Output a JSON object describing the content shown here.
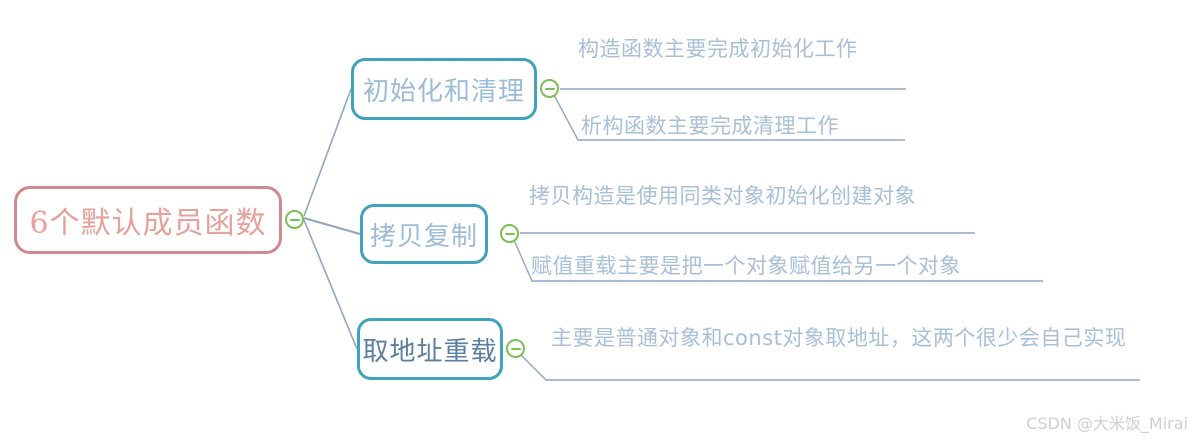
{
  "diagram": {
    "type": "mind-map",
    "orientation": "left-to-right",
    "colors": {
      "root_border": "#cf8a90",
      "root_text": "#e8a09a",
      "branch_border": "#3fa3bb",
      "branch_text": "#9bbcd8",
      "branch_text_dark": "#5b7f9e",
      "leaf_text": "#a8bfd8",
      "connector_line": "#8fa6c4",
      "toggle_ring": "#7cbf52",
      "background": "#ffffff",
      "watermark_text": "#cfcfcf"
    },
    "root": {
      "label": "6个默认成员函数",
      "toggle_icon": "collapse-minus-icon",
      "toggle_state": "expanded"
    },
    "branches": [
      {
        "label": "初始化和清理",
        "toggle_icon": "collapse-minus-icon",
        "toggle_state": "expanded",
        "leaves": [
          {
            "label": "构造函数主要完成初始化工作"
          },
          {
            "label": "析构函数主要完成清理工作"
          }
        ]
      },
      {
        "label": "拷贝复制",
        "toggle_icon": "collapse-minus-icon",
        "toggle_state": "expanded",
        "leaves": [
          {
            "label": "拷贝构造是使用同类对象初始化创建对象"
          },
          {
            "label": "赋值重载主要是把一个对象赋值给另一个对象"
          }
        ]
      },
      {
        "label": "取地址重载",
        "toggle_icon": "collapse-minus-icon",
        "toggle_state": "expanded",
        "leaves": [
          {
            "label": "主要是普通对象和const对象取地址，这两个很少会自己实现"
          }
        ]
      }
    ]
  },
  "watermark": {
    "text": "CSDN @大米饭_Mirai"
  }
}
